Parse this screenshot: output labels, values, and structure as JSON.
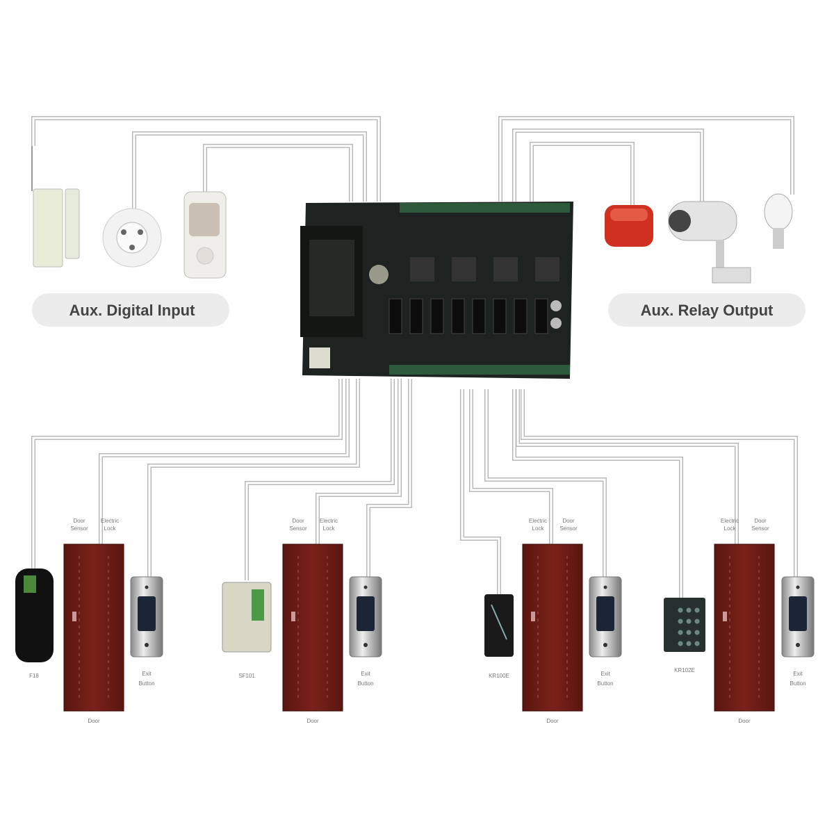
{
  "aux_input": {
    "label": "Aux. Digital Input",
    "devices": [
      "wireless-door-sensor",
      "smoke-detector",
      "pir-motion-sensor"
    ]
  },
  "aux_output": {
    "label": "Aux. Relay Output",
    "devices": [
      "siren",
      "cctv-camera",
      "light-bulb"
    ]
  },
  "doors": [
    {
      "reader": "F18",
      "left_label": "Door Sensor",
      "right_label": "Electric Lock",
      "exit": "Exit Button",
      "door": "Door"
    },
    {
      "reader": "SF101",
      "left_label": "Door Sensor",
      "right_label": "Electric Lock",
      "exit": "Exit Button",
      "door": "Door"
    },
    {
      "reader": "KR100E",
      "left_label": "Electric Lock",
      "right_label": "Door Sensor",
      "exit": "Exit Button",
      "door": "Door"
    },
    {
      "reader": "KR102E",
      "left_label": "Electric Lock",
      "right_label": "Door Sensor",
      "exit": "Exit Button",
      "door": "Door"
    }
  ],
  "colors": {
    "door": "#6e1c16",
    "board": "#1e2220",
    "wire": "#b8b8b8",
    "siren": "#d0301f"
  }
}
